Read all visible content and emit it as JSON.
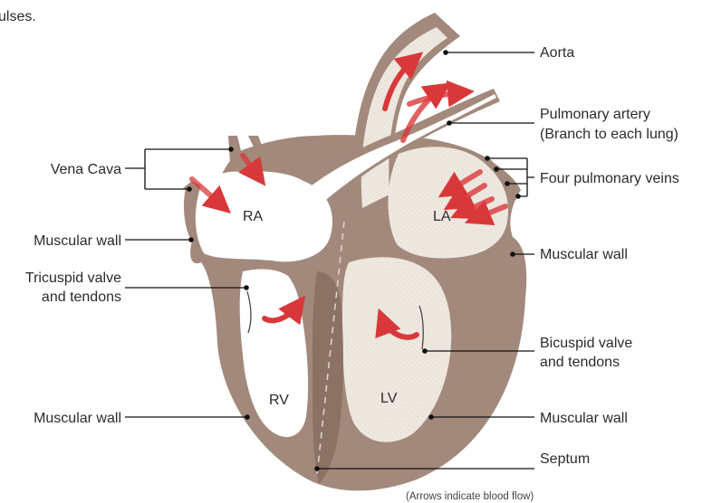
{
  "intro_fragment": "ulses.",
  "labels": {
    "vena_cava": "Vena Cava",
    "muscular_wall_left_upper": "Muscular wall",
    "tricuspid_line1": "Tricuspid valve",
    "tricuspid_line2": "and tendons",
    "muscular_wall_left_lower": "Muscular wall",
    "aorta": "Aorta",
    "pulmonary_artery_line1": "Pulmonary artery",
    "pulmonary_artery_line2": "(Branch to each lung)",
    "four_pulmonary_veins": "Four pulmonary veins",
    "muscular_wall_right_upper": "Muscular wall",
    "bicuspid_line1": "Bicuspid valve",
    "bicuspid_line2": "and tendons",
    "muscular_wall_right_lower": "Muscular wall",
    "septum": "Septum"
  },
  "chambers": {
    "ra": "RA",
    "la": "LA",
    "rv": "RV",
    "lv": "LV"
  },
  "footnote": "(Arrows indicate blood flow)",
  "colors": {
    "muscle": "#a2897c",
    "muscle_dark": "#8c7264",
    "chamber_fill": "#ede7df",
    "flow_arrow": "#d9383a"
  }
}
